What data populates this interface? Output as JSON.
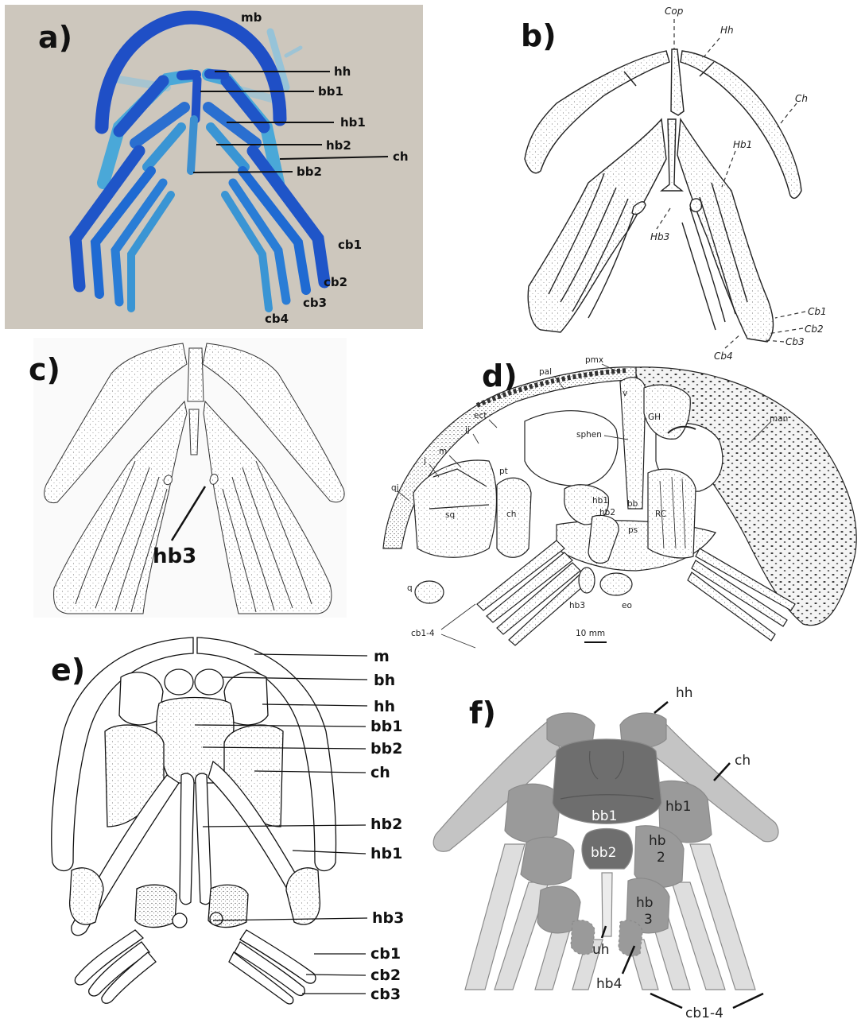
{
  "panels": {
    "a": {
      "letter": "a)",
      "labels": [
        "mb",
        "hh",
        "bb1",
        "hb1",
        "hb2",
        "ch",
        "bb2",
        "cb1",
        "cb2",
        "cb3",
        "cb4"
      ]
    },
    "b": {
      "letter": "b)",
      "labels": [
        "Cop",
        "Hh",
        "Ch",
        "Hb1",
        "Hb3",
        "Cb1",
        "Cb2",
        "Cb3",
        "Cb4"
      ]
    },
    "c": {
      "letter": "c)",
      "labels": [
        "hb3"
      ]
    },
    "d": {
      "letter": "d)",
      "labels": [
        "pmx",
        "pal",
        "ect",
        "ij",
        "v",
        "GH",
        "sphen",
        "man",
        "m",
        "j",
        "pt",
        "qj",
        "hb1",
        "bb",
        "ch",
        "sq",
        "hb2",
        "RC",
        "ps",
        "q",
        "hb3",
        "eo",
        "cb1-4"
      ],
      "scale": "10 mm"
    },
    "e": {
      "letter": "e)",
      "labels": [
        "m",
        "bh",
        "hh",
        "bb1",
        "bb2",
        "ch",
        "hb2",
        "hb1",
        "hb3",
        "cb1",
        "cb2",
        "cb3"
      ]
    },
    "f": {
      "letter": "f)",
      "labels": [
        "hh",
        "ch",
        "bb1",
        "hb1",
        "hb",
        "2",
        "bb2",
        "hb",
        "3",
        "uh",
        "hb4",
        "cb1-4"
      ]
    }
  },
  "colors": {
    "cartilage_blue": "#1f4fc6",
    "cartilage_light": "#4aa8d8",
    "photo_bg": "#cdc7bd",
    "f_dark": "#6e6e6e",
    "f_mid": "#9a9a9a",
    "f_light": "#c4c4c4",
    "f_lighter": "#dedede"
  }
}
